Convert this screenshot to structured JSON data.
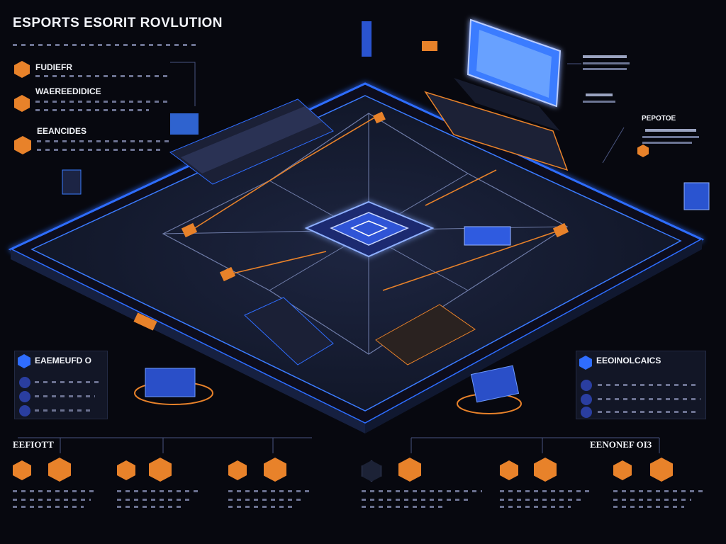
{
  "header": {
    "title": "ESPORTS ESORIT ROVLUTION"
  },
  "left_callouts": [
    {
      "label": "FUDIEFR",
      "icon": "controller-icon"
    },
    {
      "label": "WAEREEDIDICE",
      "icon": "headset-icon"
    },
    {
      "label": "EEANCIDES",
      "icon": "trophy-icon"
    }
  ],
  "right_callouts": [
    {
      "label": "PEPOTOE",
      "icon": "screen-icon"
    }
  ],
  "mid_left_panel": {
    "title": "EAEMEUFD O",
    "icon": "shield-icon"
  },
  "mid_right_panel": {
    "title": "EEOINOLCAICS",
    "icon": "shield-icon"
  },
  "bottom_left": {
    "title": "EEFIOTT",
    "items": [
      {
        "icon": "controller-icon"
      },
      {
        "icon": "monitor-icon"
      },
      {
        "icon": "chart-icon"
      }
    ]
  },
  "bottom_right": {
    "title": "EENONEF OI3",
    "items": [
      {
        "icon": "trophy-icon"
      },
      {
        "icon": "monitor-icon"
      },
      {
        "icon": "chart-icon"
      }
    ]
  },
  "colors": {
    "accent": "#e8822a",
    "glow": "#2f6dff",
    "bg": "#07080f"
  }
}
